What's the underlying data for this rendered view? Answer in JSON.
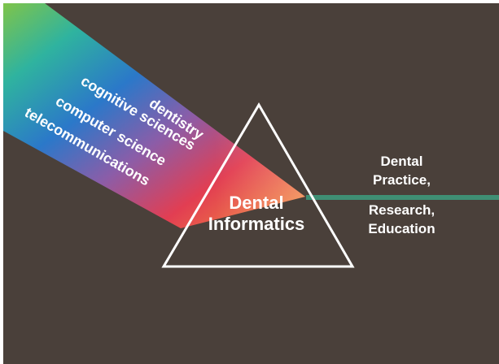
{
  "colors": {
    "background": "#4a403a",
    "prism_outline": "#ffffff",
    "output_beam": "#3f8f74",
    "band_green": "#7fc44a",
    "band_teal": "#2fb39f",
    "band_blue": "#2b78c9",
    "band_purple": "#8b5da8",
    "band_red": "#e23e52",
    "band_orange": "#f59a3a"
  },
  "beam_labels": [
    "dentistry",
    "cognitive sciences",
    "computer science",
    "telecommunications"
  ],
  "center_label": {
    "line1": "Dental",
    "line2": "Informatics"
  },
  "output_label": {
    "line1": "Dental",
    "line2": "Practice,",
    "line3": "Research,",
    "line4": "Education"
  }
}
